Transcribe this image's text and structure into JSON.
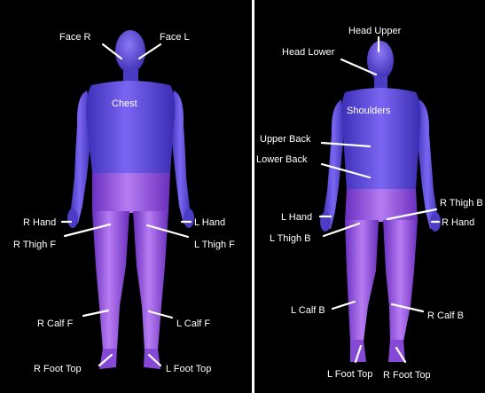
{
  "colors": {
    "background": "#000000",
    "body": "#6a54e6",
    "legs": "#9a55e2",
    "labels": "#ffffff"
  },
  "front_view": {
    "labels": {
      "face_r": "Face R",
      "face_l": "Face L",
      "chest": "Chest",
      "r_hand": "R Hand",
      "l_hand": "L Hand",
      "r_thigh_f": "R Thigh F",
      "l_thigh_f": "L Thigh F",
      "r_calf_f": "R Calf F",
      "l_calf_f": "L Calf F",
      "r_foot_top": "R Foot Top",
      "l_foot_top": "L Foot Top"
    }
  },
  "back_view": {
    "labels": {
      "head_upper": "Head Upper",
      "head_lower": "Head Lower",
      "shoulders": "Shoulders",
      "upper_back": "Upper Back",
      "lower_back": "Lower Back",
      "r_thigh_b": "R Thigh B",
      "l_hand": "L Hand",
      "r_hand": "R Hand",
      "l_thigh_b": "L Thigh B",
      "l_calf_b": "L Calf B",
      "r_calf_b": "R Calf B",
      "l_foot_top": "L Foot Top",
      "r_foot_top": "R Foot Top"
    }
  }
}
